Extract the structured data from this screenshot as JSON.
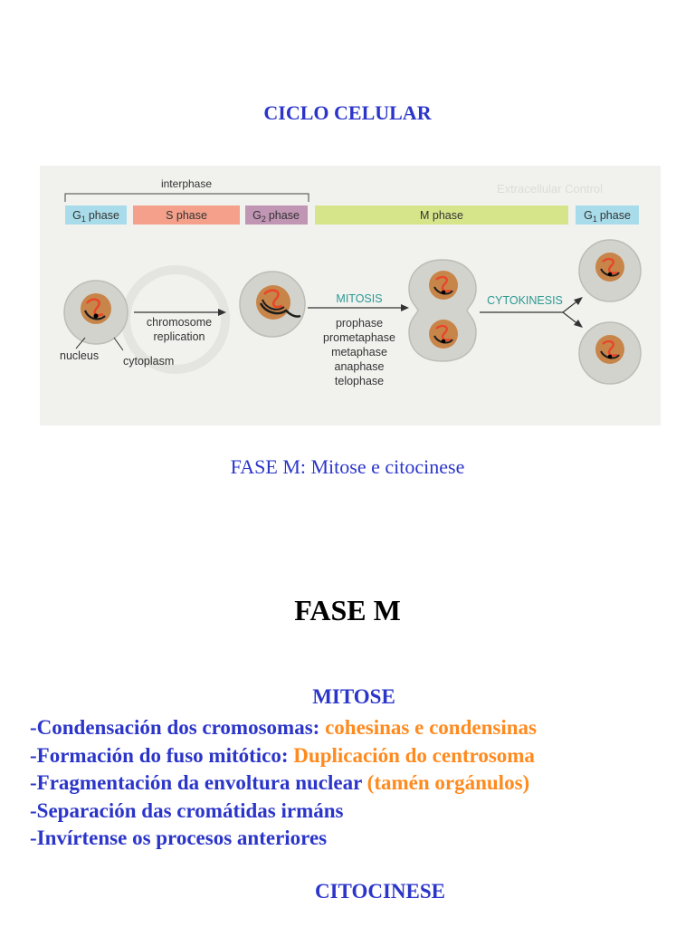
{
  "page": {
    "title": "CICLO CELULAR",
    "caption": "FASE M: Mitose e citocinese",
    "heading": "FASE M",
    "mitose_title": "MITOSE",
    "citocinese_title": "CITOCINESE"
  },
  "bullets": [
    {
      "prefix": "-Condensación dos cromosomas: ",
      "highlight": "cohesinas e condensinas"
    },
    {
      "prefix": "-Formación do fuso mitótico: ",
      "highlight": "Duplicación do centrosoma"
    },
    {
      "prefix": "-Fragmentación da envoltura nuclear ",
      "highlight": "(tamén orgánulos)"
    },
    {
      "prefix": "-Separación das cromátidas irmáns",
      "highlight": ""
    },
    {
      "prefix": "-Invírtense os procesos anteriores",
      "highlight": ""
    }
  ],
  "figure": {
    "interphase": "interphase",
    "g1_sub": "1",
    "g1_before": "G",
    "phase_word": "phase",
    "s_phase": "S phase",
    "g2_sub": "2",
    "m_phase": "M phase",
    "nucleus": "nucleus",
    "cytoplasm": "cytoplasm",
    "chromosome": "chromosome",
    "replication": "replication",
    "mitosis": "MITOSIS",
    "cytokinesis": "CYTOKINESIS",
    "steps": [
      "prophase",
      "prometaphase",
      "metaphase",
      "anaphase",
      "telophase"
    ],
    "watermark": "Extracellular Control"
  },
  "colors": {
    "title_blue": "#2b35c9",
    "highlight_orange": "#ff8a1e",
    "g1_blue": "#a9dcea",
    "s_red": "#f4a08a",
    "g2_purple": "#c195b4",
    "m_green": "#d7e58a",
    "cell_fill": "#d3d3cd",
    "nucleus_fill": "#c8854a",
    "label_teal": "#2b9a92"
  }
}
